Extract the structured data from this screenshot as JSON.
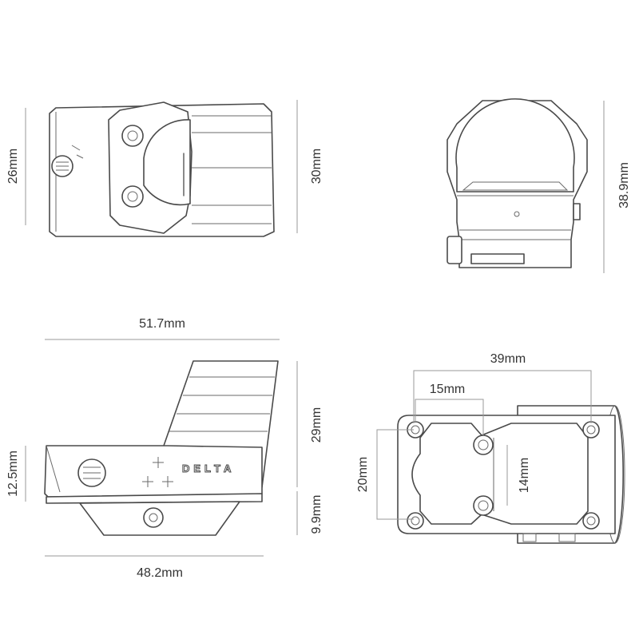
{
  "brand_text": "DELTA",
  "dimensions": {
    "top_width": "26mm",
    "top_height": "30mm",
    "front_height": "38.9mm",
    "side_length_top": "51.7mm",
    "side_base_height": "12.5mm",
    "side_window_height": "29mm",
    "side_mount_height": "9.9mm",
    "side_length_bottom": "48.2mm",
    "footprint_width": "39mm",
    "footprint_pin_spacing": "15mm",
    "footprint_height": "20mm",
    "footprint_pin_height": "14mm"
  },
  "colors": {
    "line": "#4a4a4a",
    "dim_line": "#9a9a9a",
    "text": "#333333"
  }
}
